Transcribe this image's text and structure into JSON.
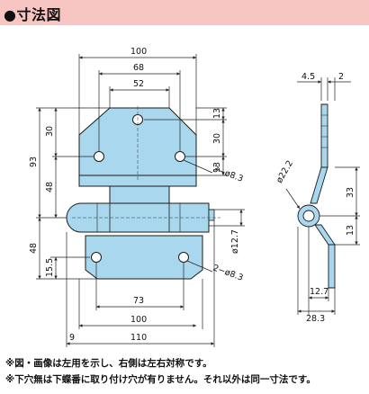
{
  "header": {
    "title": "●寸法図",
    "background": "#f7c6c2"
  },
  "colors": {
    "part_fill": "#a9d8ee",
    "part_stroke": "#1a1a1a",
    "dim_line": "#222222"
  },
  "front_view": {
    "dims_top": [
      "100",
      "68",
      "52"
    ],
    "dims_left": [
      "30",
      "48",
      "93",
      "48",
      "15.5"
    ],
    "dims_right": [
      "13",
      "30",
      "13"
    ],
    "hole_top": "3−ø8.3",
    "hole_bottom": "2−ø8.3",
    "pin_dia": "ø12.7",
    "dims_bottom": [
      "73",
      "100",
      "9",
      "110"
    ]
  },
  "side_view": {
    "dim_thickness": "4.5",
    "dim_offset": "2",
    "dim_radius": "ø22.2",
    "dim_33": "33",
    "dim_13": "13",
    "dim_12_7": "12.7",
    "dim_28_3": "28.3"
  },
  "notes": [
    "※図・画像は左用を示し、右側は左右対称です。",
    "※下穴無は下蝶番に取り付け穴が有りません。それ以外は同一寸法です。"
  ]
}
